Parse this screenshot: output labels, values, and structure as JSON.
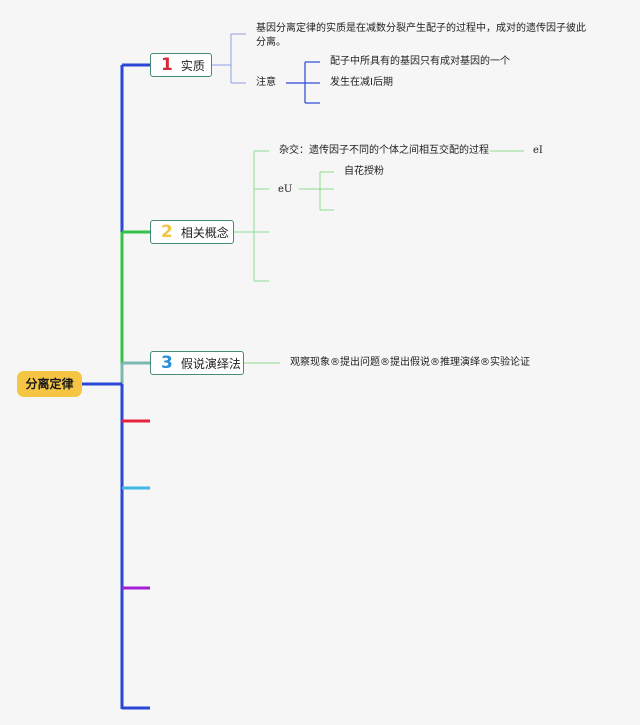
{
  "root": {
    "label": "分离定律"
  },
  "topics": [
    {
      "num": "1",
      "label": "实质",
      "color": "#d62a3c"
    },
    {
      "num": "2",
      "label": "相关概念",
      "color": "#f4c542"
    },
    {
      "num": "3",
      "label": "假说演绎法",
      "color": "#2a8fd6"
    }
  ],
  "essence": {
    "main_text": "基因分离定律的实质是在减数分裂产生配子的过程中，成对的遗传因子彼此分离。",
    "note_label": "注意",
    "notes": [
      "配子中所具有的基因只有成对基因的一个",
      "发生在减I后期"
    ]
  },
  "concepts": {
    "hybrid": "杂交：遗传因子不同的个体之间相互交配的过程",
    "hybrid_tail": "eI",
    "eu_label": "eU",
    "self_pollination": "自花授粉"
  },
  "method": {
    "steps": "观察现象®提出问题®提出假说®推理演绎®实验论证"
  },
  "colors": {
    "trunk_blue": "#2b47d6",
    "trunk_green": "#35c24a",
    "teal": "#7ab8b0",
    "red": "#e5223c",
    "cyan": "#3fb8e8",
    "purple": "#a120d6",
    "light_blue": "#8f9fe6",
    "light_green": "#8fdc8f",
    "note_blue": "#2b47d6"
  }
}
